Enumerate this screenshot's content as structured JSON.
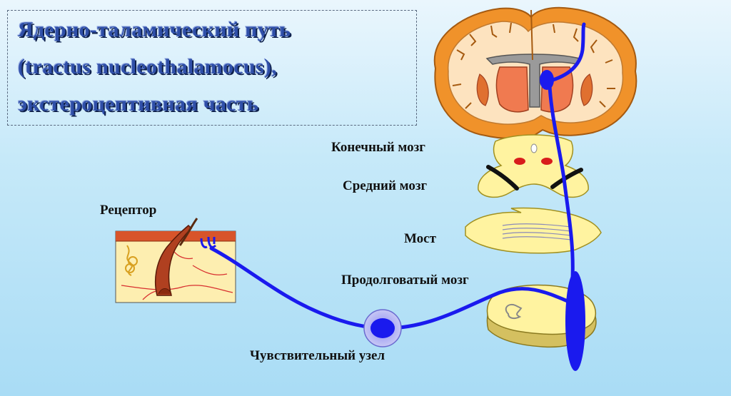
{
  "title": {
    "line1": "Ядерно-таламический путь",
    "line2": "(tractus nucleothalamocus),",
    "line3": "экстероцептивная часть"
  },
  "labels": {
    "telencephalon": "Конечный мозг",
    "midbrain": "Средний мозг",
    "pons": "Мост",
    "medulla": "Продолговатый мозг",
    "receptor": "Рецептор",
    "ganglion": "Чувствительный узел"
  },
  "colors": {
    "pathway": "#1a1aee",
    "cortex": "#f0922a",
    "brain_tissue": "#fde3bf",
    "thalamus": "#f07a50",
    "brainstem": "#fff3a0",
    "skin_top": "#d8542a",
    "skin": "#fdeeb0"
  }
}
